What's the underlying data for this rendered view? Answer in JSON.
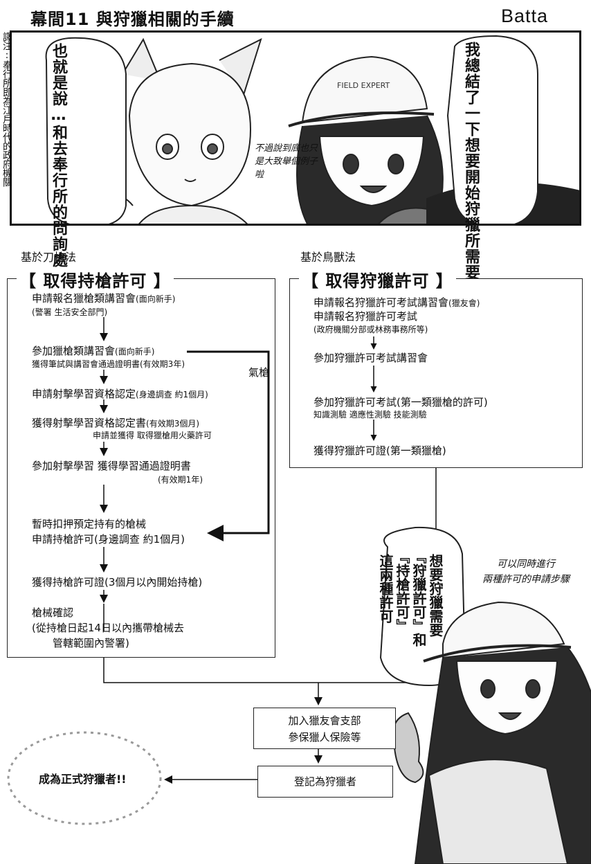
{
  "header": {
    "title": "幕間11 與狩獵相關的手續",
    "author": "Batta"
  },
  "translator_note": "譯注:奉行所即為江戶時代的政府機關",
  "panel": {
    "bubble_left": "也就是說…和去奉行所的問詢處那兒印個手印的性質差不多吧",
    "bubble_right": "我總結了一下想要開始狩獵所需要的各種手續流程",
    "aside": "不過說到底也只是大致舉個例子啦",
    "cap_text": "FIELD EXPERT"
  },
  "left_flow": {
    "law": "基於刀槍法",
    "title": "【 取得持槍許可 】",
    "side_label": "氣槍",
    "steps": [
      {
        "text": "申請報名獵槍類講習會",
        "small": "(面向新手)",
        "sub": "(警署 生活安全部門)"
      },
      {
        "text": "參加獵槍類講習會",
        "small": "(面向新手)",
        "sub": "獲得筆試與講習會通過證明書(有效期3年)"
      },
      {
        "text": "申請射擊學習資格認定",
        "small": "(身邊調查 約1個月)",
        "sub": ""
      },
      {
        "text": "獲得射擊學習資格認定書",
        "small": "(有效期3個月)",
        "sub": "申請並獲得 取得獵槍用火藥許可"
      },
      {
        "text": "參加射擊學習 獲得學習通過證明書",
        "small": "",
        "sub": "(有效期1年)"
      },
      {
        "text": "暫時扣押預定持有的槍械",
        "small": "",
        "sub": ""
      },
      {
        "text": "申請持槍許可(身邊調查 約1個月)",
        "small": "",
        "sub": ""
      },
      {
        "text": "獲得持槍許可證(3個月以內開始持槍)",
        "small": "",
        "sub": ""
      },
      {
        "text": "槍械確認",
        "small": "",
        "sub": ""
      },
      {
        "text": "(從持槍日起14日以內攜帶槍械去",
        "small": "",
        "sub": ""
      },
      {
        "text": "管轄範圍內警署)",
        "small": "",
        "sub": ""
      }
    ]
  },
  "right_flow": {
    "law": "基於鳥獸法",
    "title": "【 取得狩獵許可 】",
    "steps": [
      {
        "text": "申請報名狩獵許可考試講習會",
        "small": "(獵友會)",
        "sub": ""
      },
      {
        "text": "申請報名狩獵許可考試",
        "small": "",
        "sub": "(政府機關分部或林務事務所等)"
      },
      {
        "text": "參加狩獵許可考試講習會",
        "small": "",
        "sub": ""
      },
      {
        "text": "參加狩獵許可考試(第一類獵槍的許可)",
        "small": "",
        "sub": "知識測驗 適應性測驗 技能測驗"
      },
      {
        "text": "獲得狩獵許可證(第一類獵槍)",
        "small": "",
        "sub": ""
      }
    ]
  },
  "merge": {
    "box1_line1": "加入獵友會支部",
    "box1_line2": "參保獵人保險等",
    "box2": "登記為狩獵者",
    "final": "成為正式狩獵者!!"
  },
  "bottom_bubble": {
    "col1": "想要狩獵需要",
    "col2": "『狩獵許可』和",
    "col3": "『持槍許可』",
    "col4": "這兩種許可"
  },
  "bottom_aside": {
    "line1": "可以同時進行",
    "line2": "兩種許可的申請步驟"
  }
}
